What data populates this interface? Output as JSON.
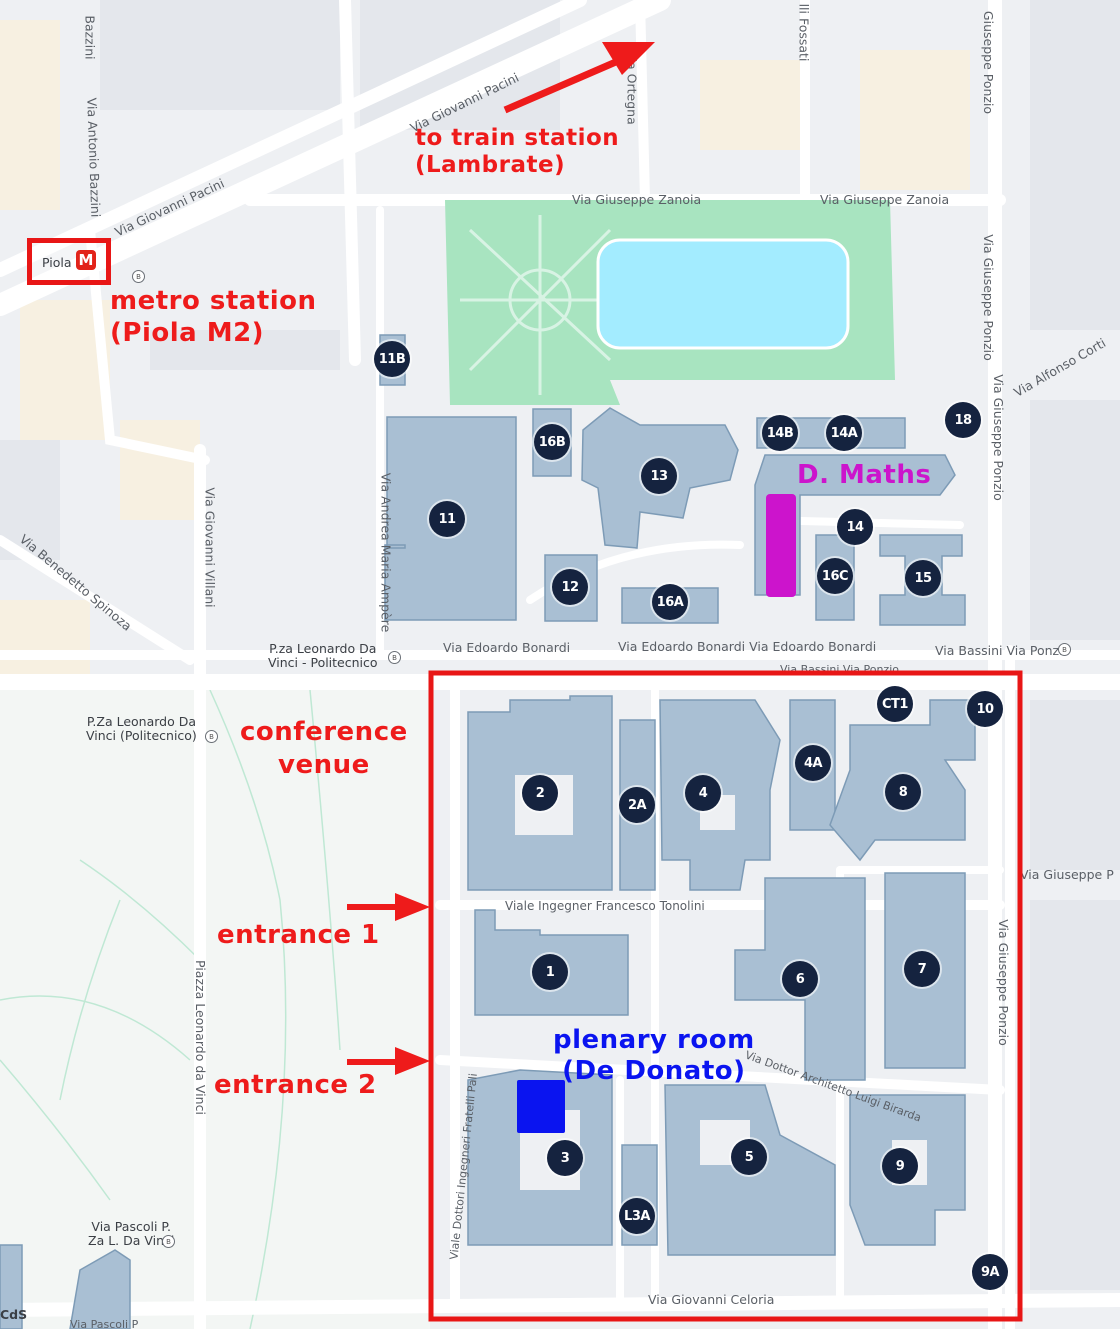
{
  "streets": {
    "via_giovanni_pacini_a": "Via Giovanni Pacini",
    "via_giovanni_pacini_b": "Via Giovanni Pacini",
    "via_antonio_bazzini": "Via Antonio Bazzini",
    "via_bazzini_top": "Bazzini",
    "via_ortegna": "Via Ortegna",
    "via_fossati": "lli Fossati",
    "via_giuseppe_ponzio_top": "Giuseppe Ponzio",
    "via_giuseppe_zanoia_a": "Via Giuseppe Zanoia",
    "via_giuseppe_zanoia_b": "Via Giuseppe Zanoia",
    "via_giuseppe_ponzio_mid": "Via Giuseppe Ponzio",
    "via_alfonso_corti": "Via Alfonso Corti",
    "via_andrea_maria_ampere": "Via Andrea Maria Ampère",
    "via_giovanni_villani": "Via Giovanni Villani",
    "via_benedetto_spinoza": "Via Benedetto Spinoza",
    "via_edoardo_bonardi_a": "Via Edoardo Bonardi",
    "via_edoardo_bonardi_b": "Via Edoardo Bonardi Via Edoardo Bonardi",
    "via_bassini_via_ponzio": "Via Bassini Via Ponzio",
    "via_bassini_via_ponzio_b": "Via Bassini Via Ponzio",
    "viale_tonolini": "Viale Ingegner Francesco Tonolini",
    "via_giuseppe_p_right": "Via Giuseppe P",
    "via_giuseppe_ponzio_lower": "Via Giuseppe Ponzio",
    "via_dottor_architetto": "Via Dottor Architetto Luigi Birarda",
    "viale_dottori_pali": "Viale Dottori Ingegneri Fratelli Pali",
    "piazza_leonardo_da_vinci": "Piazza Leonardo da Vinci",
    "via_giovanni_celoria": "Via Giovanni Celoria",
    "via_pascoli_bottom": "Via Pascoli P"
  },
  "pois": {
    "piola": "Piola",
    "pza_leonardo_politecnico_top": "P.za Leonardo Da\nVinci - Politecnico",
    "pza_leonardo_politecnico_left": "P.Za Leonardo Da\nVinci (Politecnico)",
    "via_pascoli_pza": "Via Pascoli P.\nZa L. Da Vinci",
    "cds": "CdS"
  },
  "annotations": {
    "to_train_station": "to train station\n(Lambrate)",
    "metro_station": "metro station\n(Piola M2)",
    "d_maths": "D. Maths",
    "conference_venue": "conference\nvenue",
    "entrance_1": "entrance 1",
    "entrance_2": "entrance 2",
    "plenary_room": "plenary room\n(De Donato)"
  },
  "buildings": {
    "b11B": "11B",
    "b16B": "16B",
    "b13": "13",
    "b14B": "14B",
    "b14A": "14A",
    "b18": "18",
    "b11": "11",
    "b14": "14",
    "b12": "12",
    "b16C": "16C",
    "b15": "15",
    "b16A": "16A",
    "bCT1": "CT1",
    "b10": "10",
    "b2": "2",
    "b2A": "2A",
    "b4": "4",
    "b4A": "4A",
    "b8": "8",
    "b1": "1",
    "b6": "6",
    "b7": "7",
    "b3": "3",
    "b5": "5",
    "b9": "9",
    "bL3A": "L3A",
    "b9A": "9A"
  },
  "icons": {
    "metro": "M",
    "bus": "B"
  },
  "colors": {
    "annotation_red": "#ee1b1b",
    "maths_magenta": "#cc14cc",
    "plenary_blue": "#0a14f0",
    "building": "#a9bfd3",
    "marker": "#15233f",
    "park": "#a8e4c0",
    "pool": "#a3ecff"
  }
}
